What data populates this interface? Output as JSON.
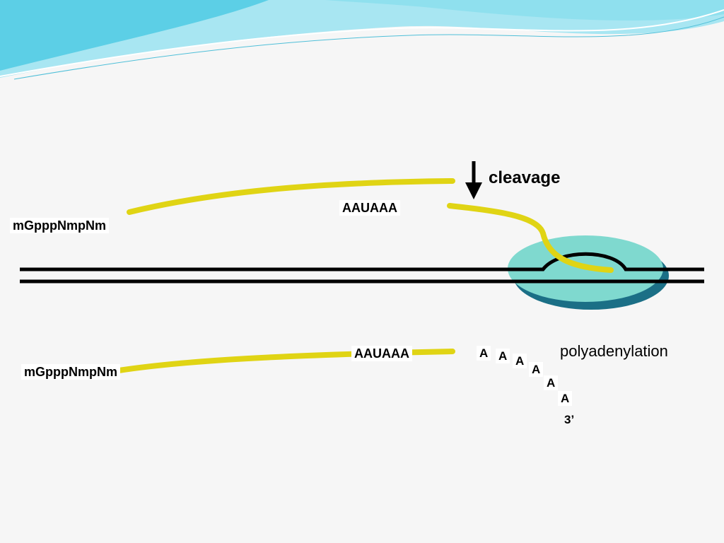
{
  "colors": {
    "rna_strand": "#e0d414",
    "dna_strand": "#000000",
    "complex_fill": "#7fd9cf",
    "complex_shadow": "#1b6f86",
    "wave_light": "#a8e6f2",
    "wave_mid": "#5ccfe6",
    "background": "#f6f6f6"
  },
  "top": {
    "cap_label": "mGpppNmpNm",
    "signal_label": "AAUAAA",
    "cleavage_label": "cleavage",
    "arrow_icon": "down-arrow-icon"
  },
  "bottom": {
    "cap_label": "mGpppNmpNm",
    "signal_label": "AAUAAA",
    "polyadenylation_label": "polyadenylation",
    "poly_a": [
      "A",
      "A",
      "A",
      "A",
      "A",
      "A"
    ],
    "end_label": "3’"
  }
}
